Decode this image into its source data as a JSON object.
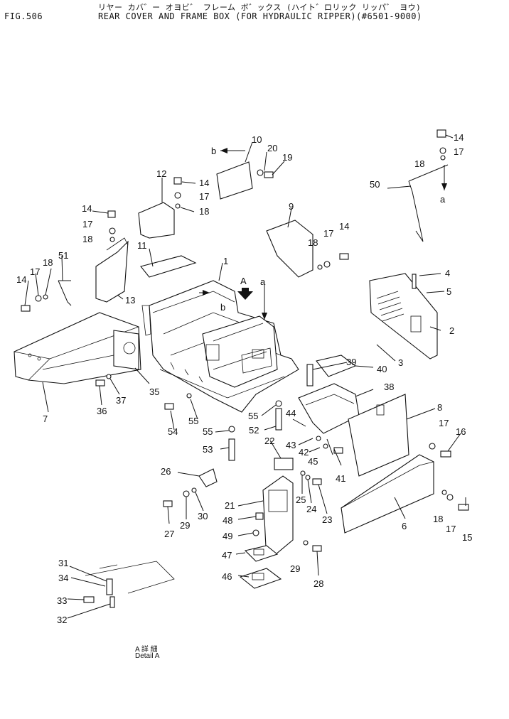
{
  "header": {
    "fig_label": "FIG.506",
    "title_jp": "リヤー カバ゛ー オヨビ゛ フレーム ボ゛ックス (ハイト゛ロリック リッパ゛ ヨウ)",
    "title_en": "REAR COVER AND FRAME BOX (FOR HYDRAULIC RIPPER)(#6501-9000)"
  },
  "view_markers": {
    "arrow_A": "A",
    "arrow_a_1": "a",
    "arrow_a_2": "a",
    "arrow_b_1": "b",
    "arrow_b_2": "b"
  },
  "detail": {
    "jp": "A 詳 細",
    "en": "Detail A"
  },
  "callouts": [
    "1",
    "2",
    "3",
    "4",
    "5",
    "6",
    "7",
    "8",
    "9",
    "10",
    "11",
    "12",
    "13",
    "14",
    "15",
    "16",
    "17",
    "18",
    "19",
    "20",
    "21",
    "22",
    "23",
    "24",
    "25",
    "26",
    "27",
    "28",
    "29",
    "30",
    "31",
    "32",
    "33",
    "34",
    "35",
    "36",
    "37",
    "38",
    "39",
    "40",
    "41",
    "42",
    "43",
    "44",
    "45",
    "46",
    "47",
    "48",
    "49",
    "50",
    "51",
    "52",
    "53",
    "54",
    "55"
  ]
}
